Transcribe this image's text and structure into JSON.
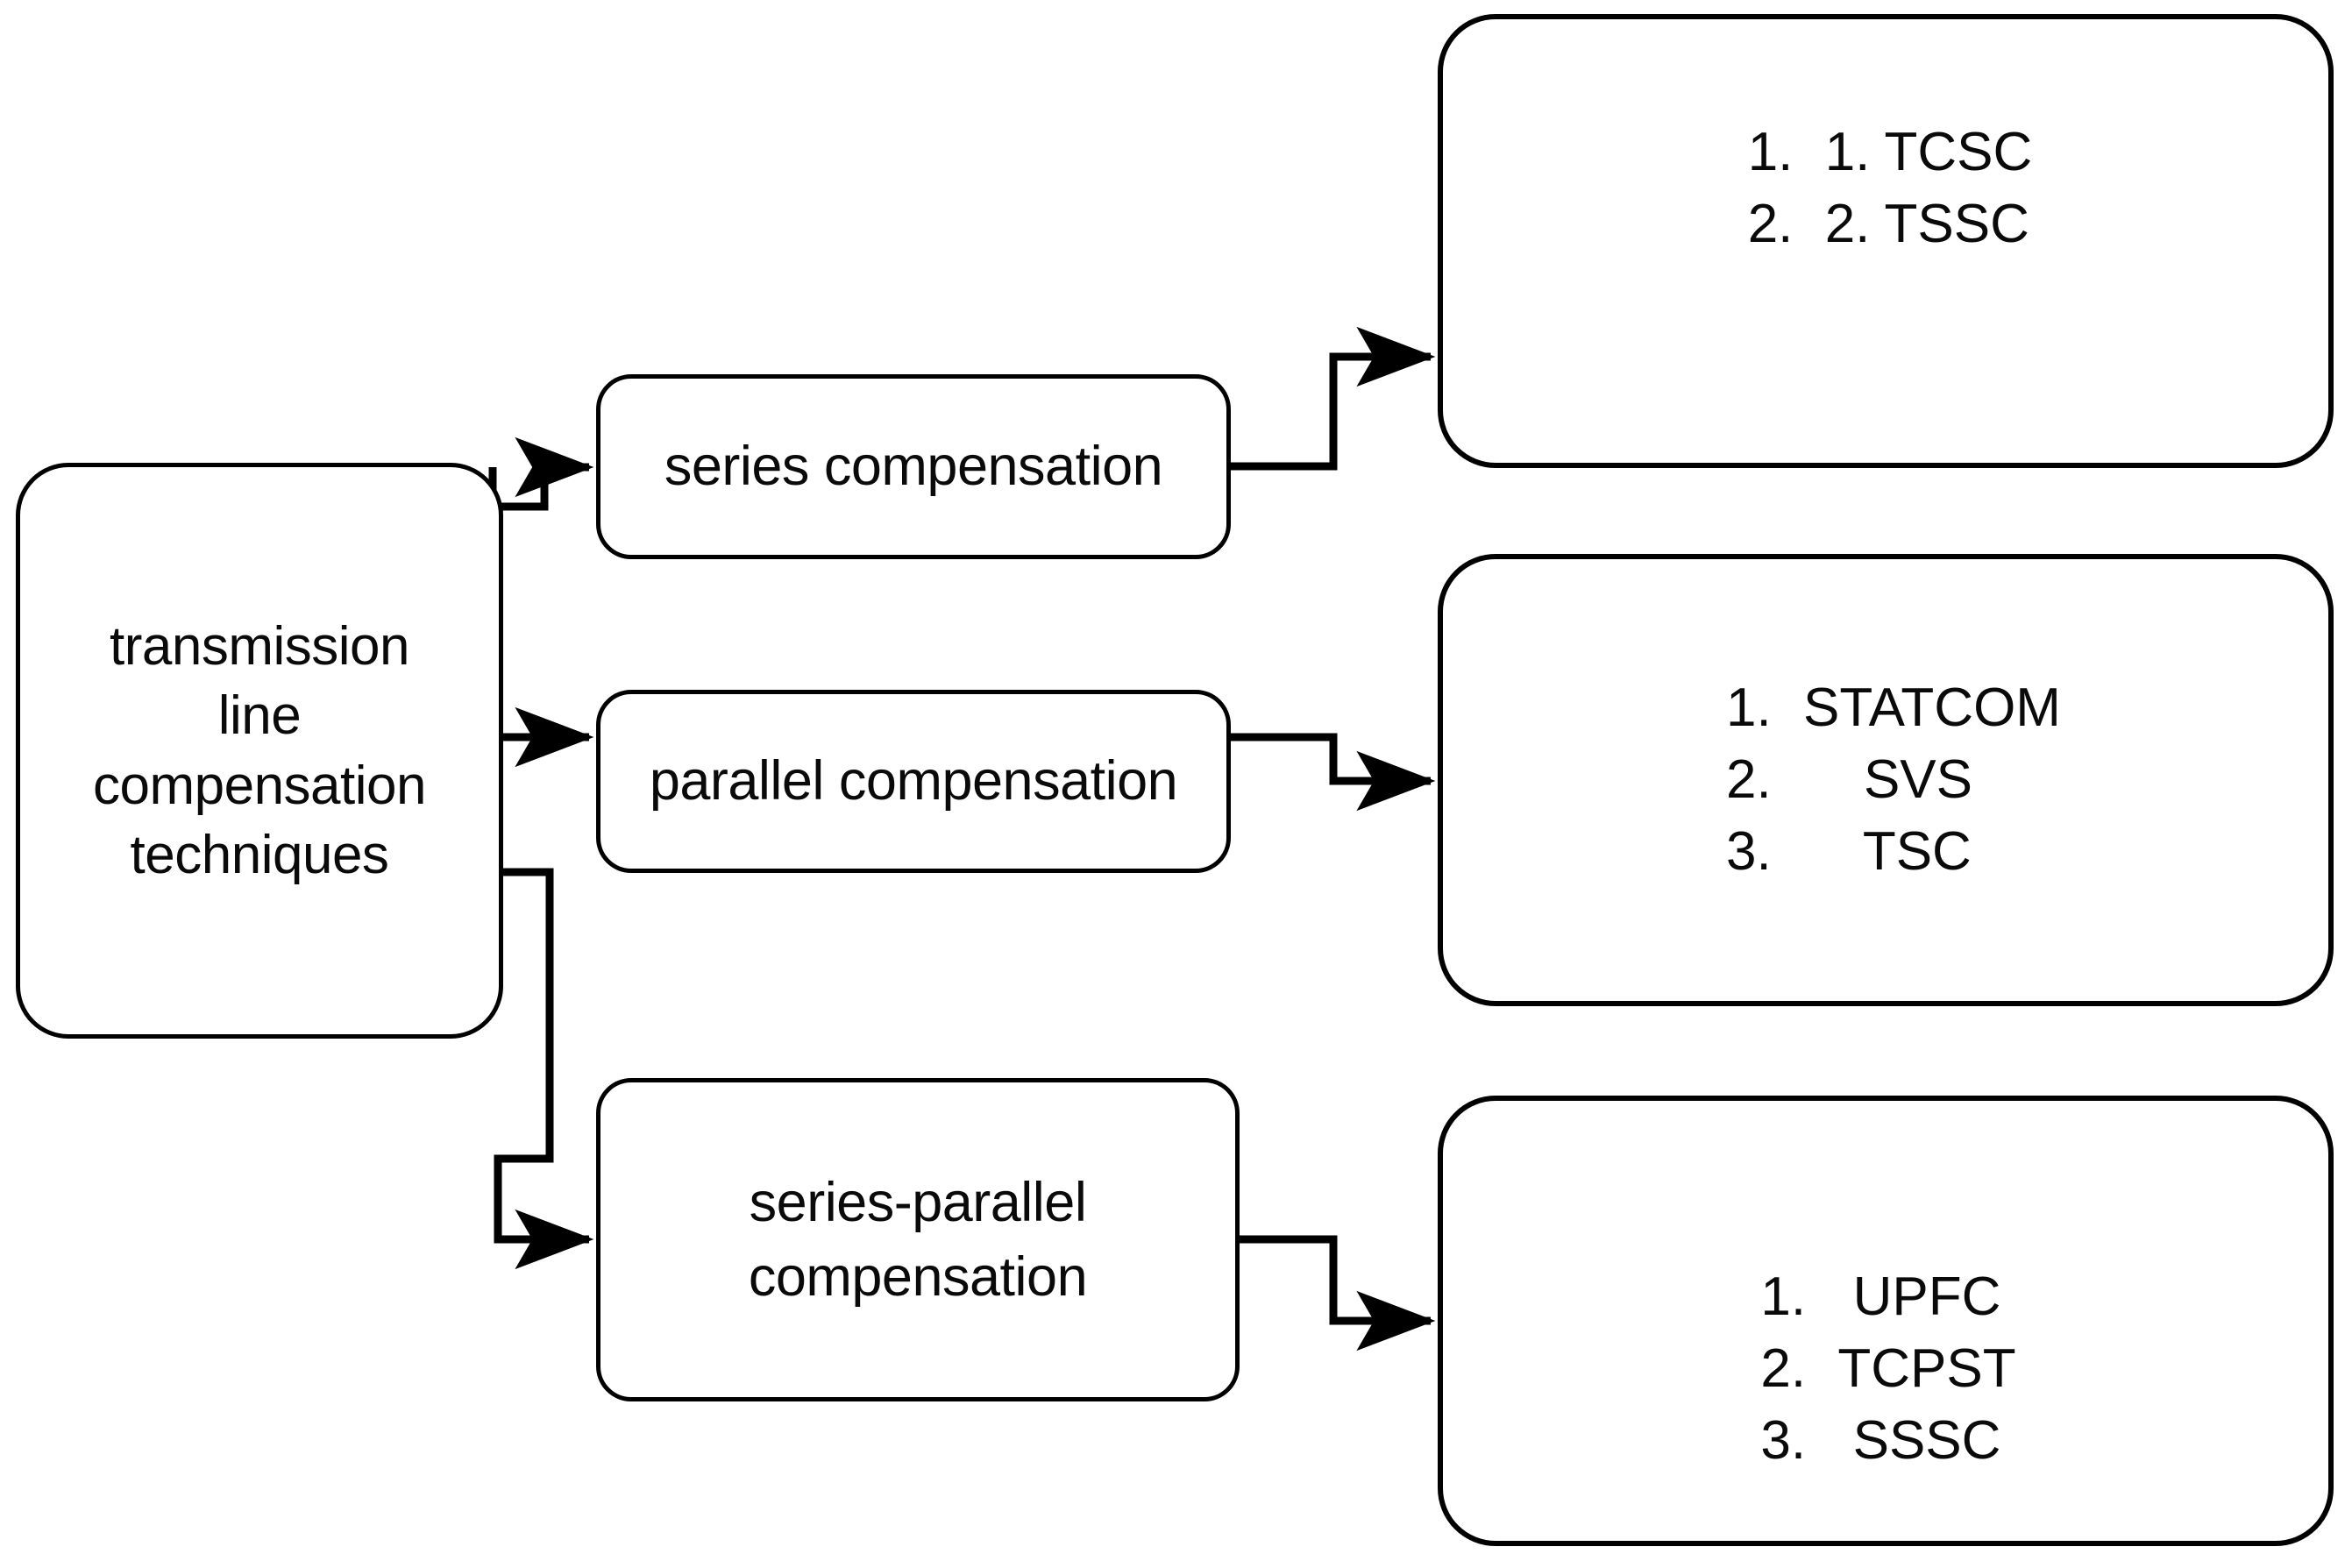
{
  "diagram": {
    "title": "transmission line compensation techniques",
    "root": {
      "label": "transmission\nline\ncompensation\ntechniques"
    },
    "branches": [
      {
        "label": "series compensation"
      },
      {
        "label": "parallel compensation"
      },
      {
        "label": "series-parallel\ncompensation"
      }
    ],
    "leaves": [
      {
        "items": [
          {
            "num": "1.",
            "text": "1. TCSC"
          },
          {
            "num": "2.",
            "text": "2. TSSC"
          }
        ]
      },
      {
        "items": [
          {
            "num": "1.",
            "text": "STATCOM"
          },
          {
            "num": "2.",
            "text": "    SVS"
          },
          {
            "num": "3.",
            "text": "    TSC"
          }
        ]
      },
      {
        "items": [
          {
            "num": "1.",
            "text": " UPFC"
          },
          {
            "num": "2.",
            "text": "TCPST"
          },
          {
            "num": "3.",
            "text": " SSSC"
          }
        ]
      }
    ],
    "colors": {
      "stroke": "#000000",
      "background": "#ffffff",
      "text": "#0a0a0a"
    }
  }
}
